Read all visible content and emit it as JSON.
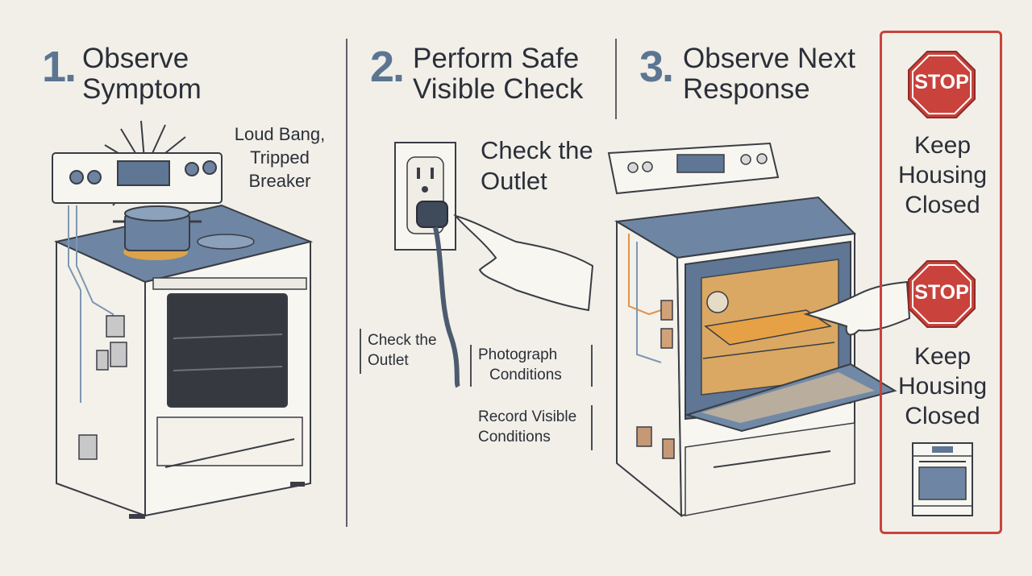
{
  "steps": [
    {
      "number": "1.",
      "title_line1": "Observe",
      "title_line2": "Symptom"
    },
    {
      "number": "2.",
      "title_line1": "Perform Safe",
      "title_line2": "Visible Check"
    },
    {
      "number": "3.",
      "title_line1": "Observe Next",
      "title_line2": "Response"
    }
  ],
  "labels": {
    "symptom_line1": "Loud Bang,",
    "symptom_line2": "Tripped",
    "symptom_line3": "Breaker",
    "check_outlet_line1": "Check the",
    "check_outlet_line2": "Outlet",
    "small_check_line1": "Check the",
    "small_check_line2": "Outlet",
    "photograph_line1": "Photograph",
    "photograph_line2": "Conditions",
    "record_line1": "Record Visible",
    "record_line2": "Conditions"
  },
  "stop_panel": {
    "sign_text": "STOP",
    "warning_1": [
      "Keep",
      "Housing",
      "Closed"
    ],
    "warning_2": [
      "Keep",
      "Housing",
      "Closed"
    ]
  },
  "colors": {
    "background": "#f1efe8",
    "accent_blue": "#5c7591",
    "stop_red": "#c9423c",
    "glow_orange": "#f0a83c"
  },
  "icons": [
    "spark-icon",
    "stove-icon",
    "outlet-icon",
    "hand-icon",
    "stop-sign-icon",
    "mini-oven-icon"
  ]
}
